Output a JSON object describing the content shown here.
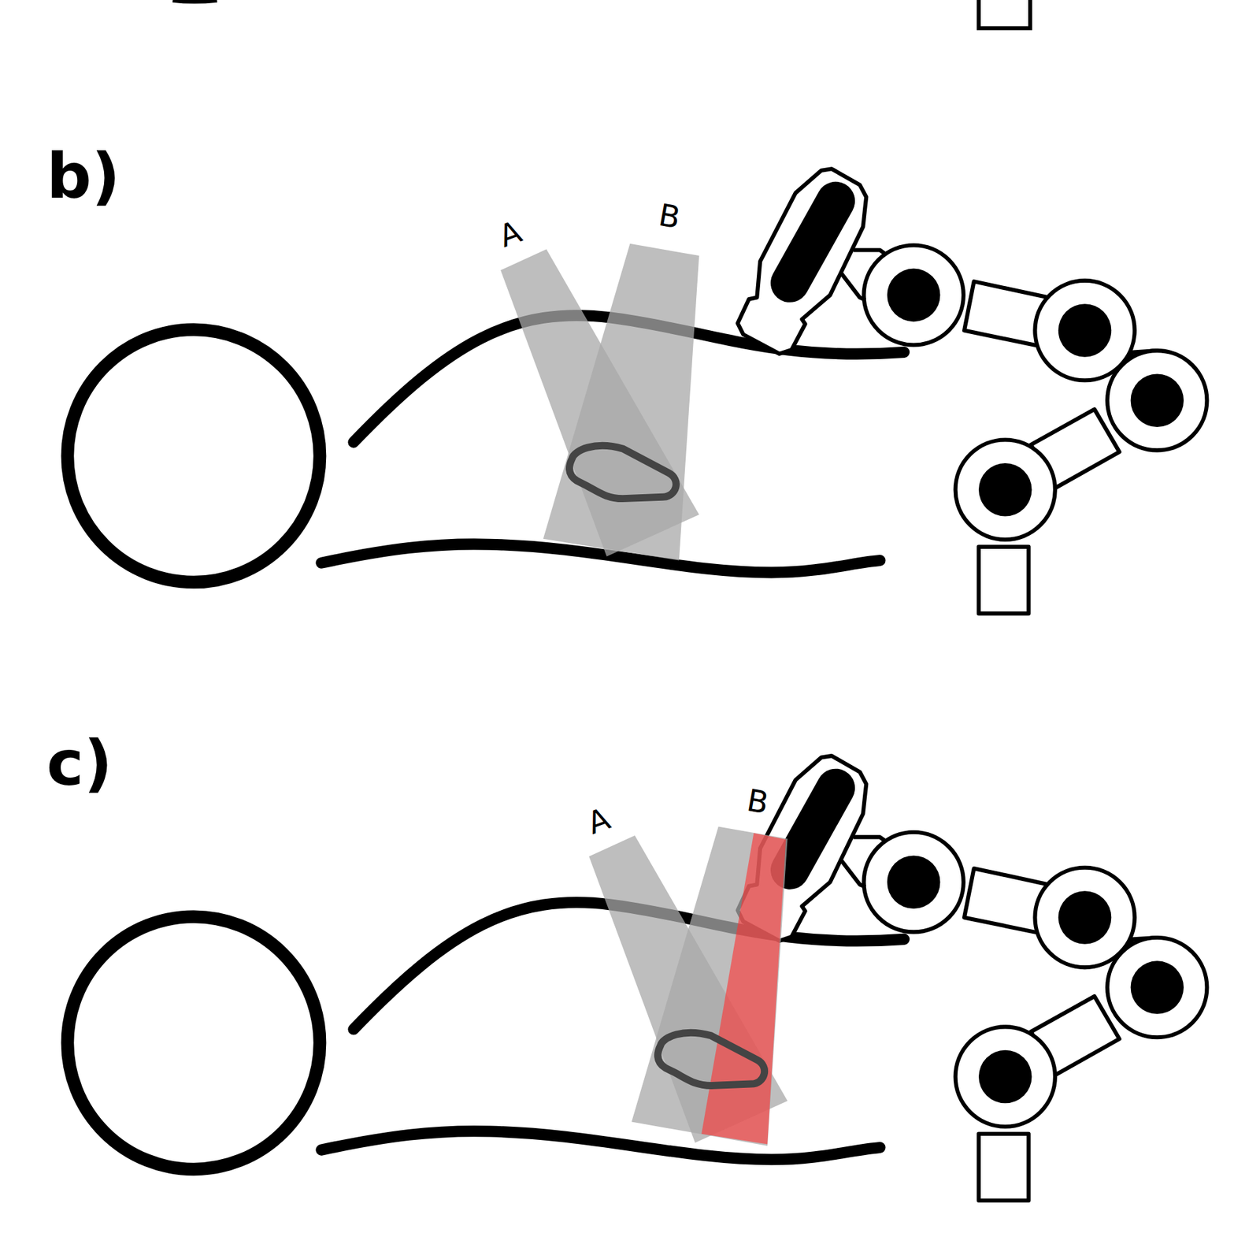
{
  "diagram": {
    "labels": [
      "b)",
      "A",
      "B",
      "c)",
      "A",
      "B"
    ]
  }
}
